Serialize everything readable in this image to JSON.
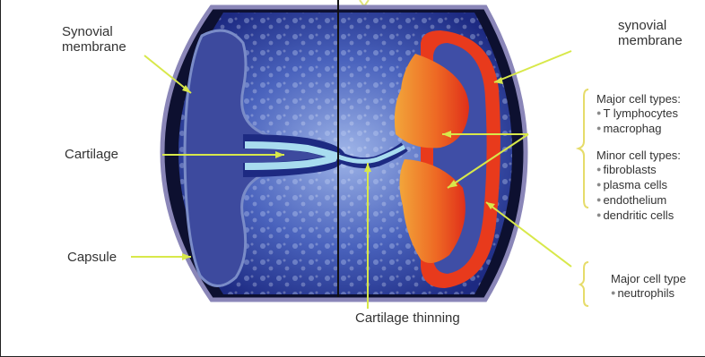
{
  "labels": {
    "synovial_membrane_left": [
      "Synovial",
      "membrane"
    ],
    "synovial_membrane_right": [
      "synovial",
      "membrane"
    ],
    "cartilage": "Cartilage",
    "capsule": "Capsule",
    "cartilage_thinning": "Cartilage thinning"
  },
  "cell_types": {
    "major_heading": "Major cell types:",
    "major_items": [
      "T lymphocytes",
      "macrophag"
    ],
    "minor_heading": "Minor cell types:",
    "minor_items": [
      "fibroblasts",
      "plasma cells",
      "endothelium",
      "dendritic cells"
    ],
    "fluid_heading": "Major cell type",
    "fluid_items": [
      "neutrophils"
    ]
  },
  "colors": {
    "leader_line": "#d8e84a",
    "bracket": "#e6dc6a",
    "joint_blue": "#2f3f9e",
    "capsule_outline": "#8a86b8",
    "synovium_red": "#e83a1c",
    "pannus_orange": "#e8a030",
    "cartilage_light": "#a8dcef"
  },
  "icons": {
    "bullet": "bullet-dot-icon"
  }
}
